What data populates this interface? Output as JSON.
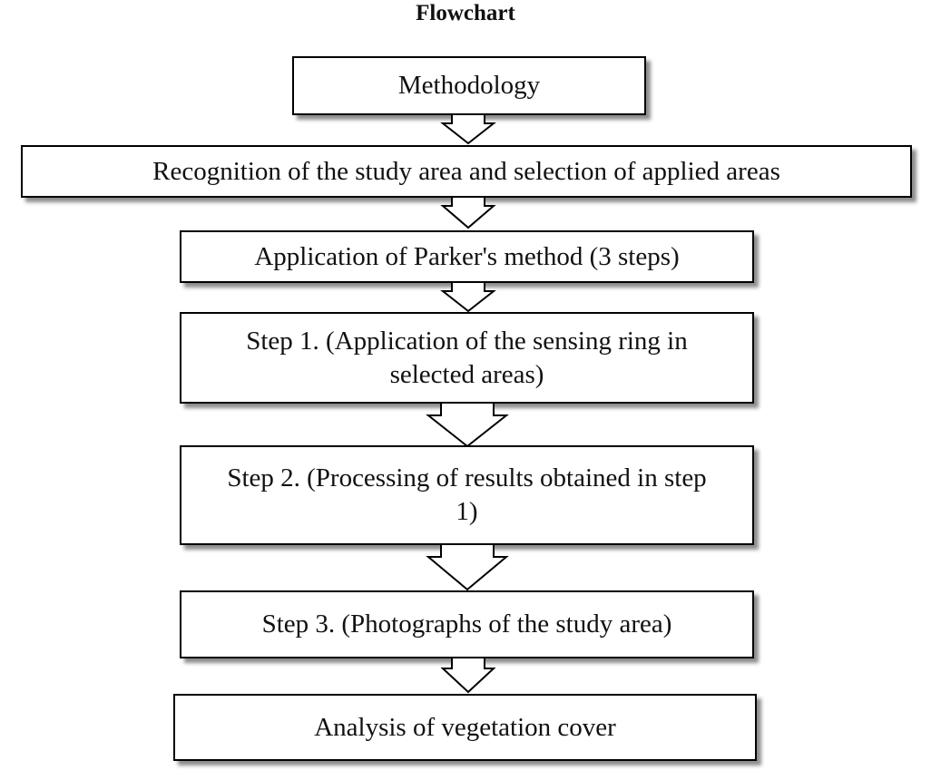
{
  "title": "Flowchart",
  "steps": [
    {
      "label": "Methodology"
    },
    {
      "label": "Recognition of the study area and selection of applied areas"
    },
    {
      "label": "Application of Parker's method (3 steps)"
    },
    {
      "label": "Step 1. (Application of the sensing ring in selected areas)"
    },
    {
      "label": "Step 2. (Processing of results obtained in step 1)"
    },
    {
      "label": "Step 3. (Photographs of the study area)"
    },
    {
      "label": "Analysis of vegetation cover"
    }
  ]
}
